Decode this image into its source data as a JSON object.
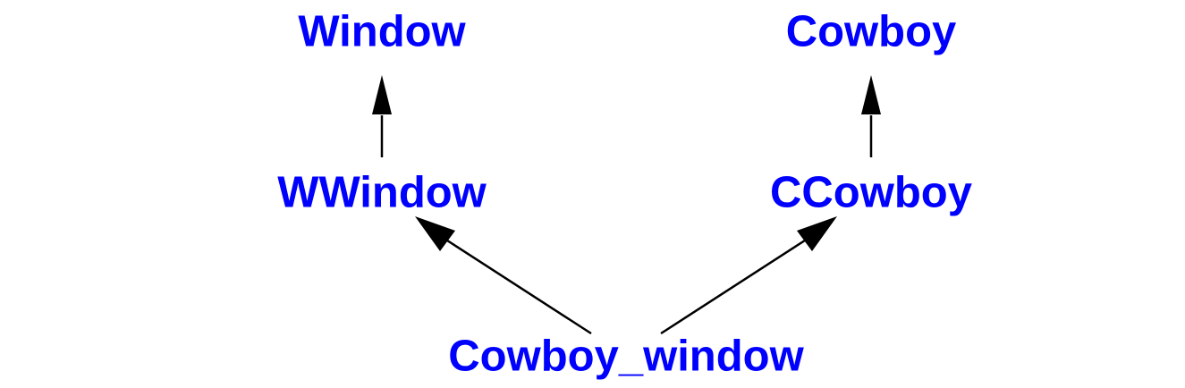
{
  "colors": {
    "node_text": "#0000ff",
    "edge": "#000000"
  },
  "nodes": {
    "window": "Window",
    "cowboy": "Cowboy",
    "wwindow": "WWindow",
    "ccowboy": "CCowboy",
    "cowboy_window": "Cowboy_window"
  },
  "edges": [
    {
      "from": "WWindow",
      "to": "Window"
    },
    {
      "from": "CCowboy",
      "to": "Cowboy"
    },
    {
      "from": "Cowboy_window",
      "to": "WWindow"
    },
    {
      "from": "Cowboy_window",
      "to": "CCowboy"
    }
  ]
}
